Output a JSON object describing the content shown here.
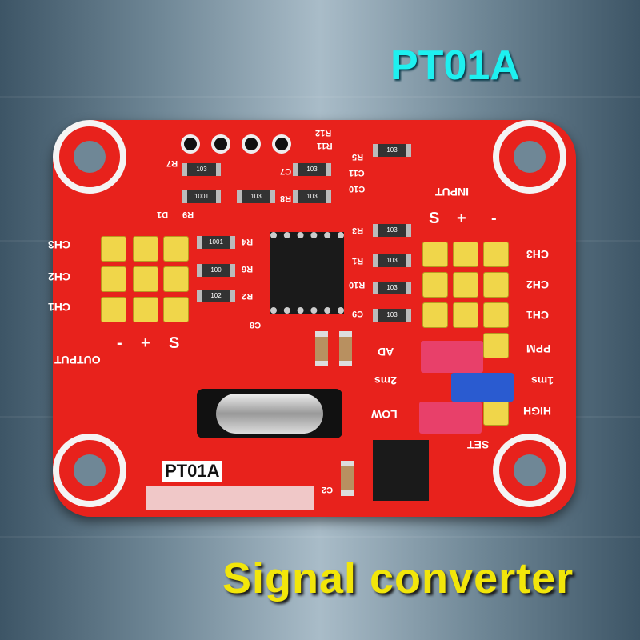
{
  "title": "PT01A",
  "subtitle": "Signal converter",
  "colors": {
    "title": "#1ef0f0",
    "subtitle": "#f2e60a",
    "pcb": "#e8221c",
    "pins": "#f0d64a",
    "jumper_red": "#e8406a",
    "jumper_blue": "#2a5bd0"
  },
  "pcb": {
    "board_label": "PT01A",
    "output": {
      "label": "OUTPUT",
      "channels": [
        "CH3",
        "CH2",
        "CH1"
      ],
      "polarity": [
        "-",
        "+",
        "S"
      ]
    },
    "input": {
      "label": "INPUT",
      "channels": [
        "CH3",
        "CH2",
        "CH1"
      ],
      "polarity": [
        "S",
        "+",
        "-"
      ]
    },
    "mode_labels": [
      "PPM",
      "1ms",
      "HIGH"
    ],
    "left_mode_labels": [
      "AD",
      "2ms",
      "LOW"
    ],
    "set_label": "SET",
    "designators": [
      "R7",
      "R9",
      "D1",
      "R12",
      "R11",
      "C7",
      "R8",
      "C10",
      "C11",
      "R5",
      "R3",
      "R1",
      "R10",
      "C9",
      "R4",
      "R6",
      "R2",
      "C8",
      "C2"
    ],
    "resistor_codes": [
      "103",
      "1001",
      "103",
      "103",
      "103",
      "1001",
      "100",
      "102",
      "103",
      "103",
      "103",
      "103",
      "103"
    ]
  }
}
